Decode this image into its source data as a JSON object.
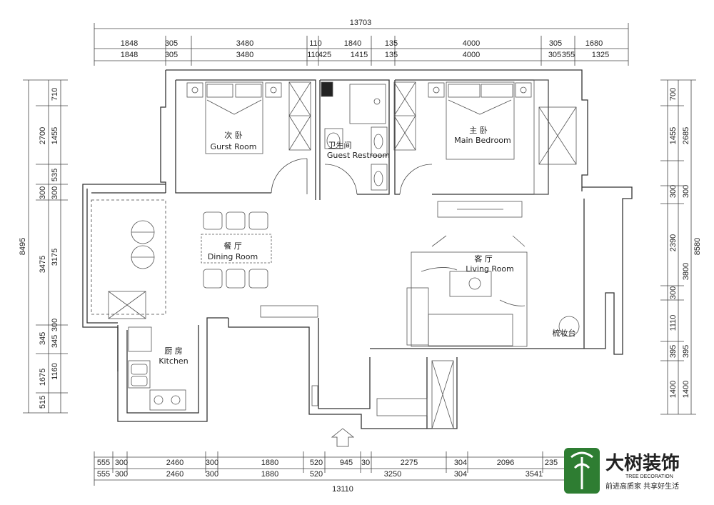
{
  "dimensions": {
    "top_total": "13703",
    "top_row1": [
      "1848",
      "305",
      "3480",
      "110",
      "1840",
      "135",
      "4000",
      "305",
      "1680"
    ],
    "top_row2": [
      "1848",
      "305",
      "3480",
      "110",
      "425",
      "1415",
      "135",
      "4000",
      "305",
      "355",
      "1325"
    ],
    "left_total": "8495",
    "left_row1": [
      "2700",
      "300",
      "3475",
      "345",
      "1675",
      "515"
    ],
    "left_row2": [
      "710",
      "1455",
      "535",
      "300",
      "3175",
      "300",
      "345",
      "1160"
    ],
    "right_total": "8580",
    "right_row1": [
      "700",
      "1455",
      "300",
      "2390",
      "300",
      "1110",
      "395",
      "1400"
    ],
    "right_row2": [
      "2685",
      "300",
      "3800",
      "395",
      "1400"
    ],
    "bottom_row1": [
      "555",
      "300",
      "2460",
      "300",
      "1880",
      "520",
      "945",
      "30",
      "2275",
      "304",
      "2096",
      "235"
    ],
    "bottom_row2": [
      "555",
      "300",
      "2460",
      "300",
      "1880",
      "520",
      "3250",
      "304",
      "3541"
    ],
    "bottom_total": "13110"
  },
  "rooms": {
    "second_bedroom": {
      "cn": "次 卧",
      "en": "Gurst Room"
    },
    "guest_restroom": {
      "cn": "卫生间",
      "en": "Guest Restroom"
    },
    "main_bedroom": {
      "cn": "主 卧",
      "en": "Main Bedroom"
    },
    "dining_room": {
      "cn": "餐 厅",
      "en": "Dining Room"
    },
    "living_room": {
      "cn": "客 厅",
      "en": "Living Room"
    },
    "kitchen": {
      "cn": "厨 房",
      "en": "Kitchen"
    },
    "vanity": {
      "cn": "梳妆台"
    }
  },
  "logo": {
    "name_cn": "大树装饰",
    "name_en": "TREE DECORATION",
    "slogan": "前进高质家 共享好生活",
    "mark_color": "#2e7d32",
    "icon": "tree-logo-icon"
  },
  "colors": {
    "line": "#333333",
    "logo_green": "#2e7d32"
  }
}
